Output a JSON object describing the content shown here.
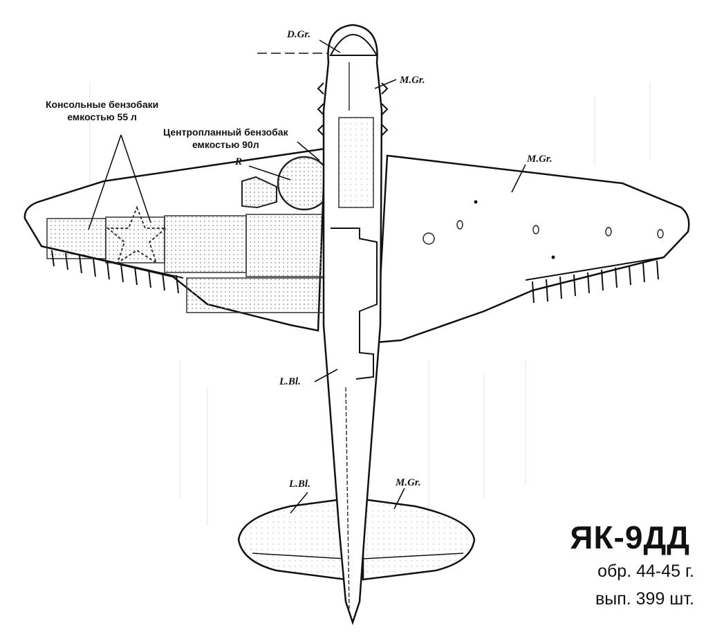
{
  "callouts": {
    "d_gr": "D.Gr.",
    "m_gr_nose": "M.Gr.",
    "m_gr_wing": "M.Gr.",
    "r": "R",
    "l_bl_fuselage": "L.Bl.",
    "l_bl_tail": "L.Bl.",
    "m_gr_tail": "M.Gr."
  },
  "notes": {
    "console_tanks_line1": "Консольные бензобаки",
    "console_tanks_line2": "емкостью 55 л",
    "center_tank_line1": "Центропланный бензобак",
    "center_tank_line2": "емкостью 90л"
  },
  "title": {
    "name": "ЯК-9ДД",
    "years": "обр. 44-45 г.",
    "production": "вып. 399 шт."
  },
  "insignia": "red-star-icon",
  "colors": {
    "ink": "#111111",
    "paper": "#ffffff",
    "stipple": "#9a9a9a"
  }
}
